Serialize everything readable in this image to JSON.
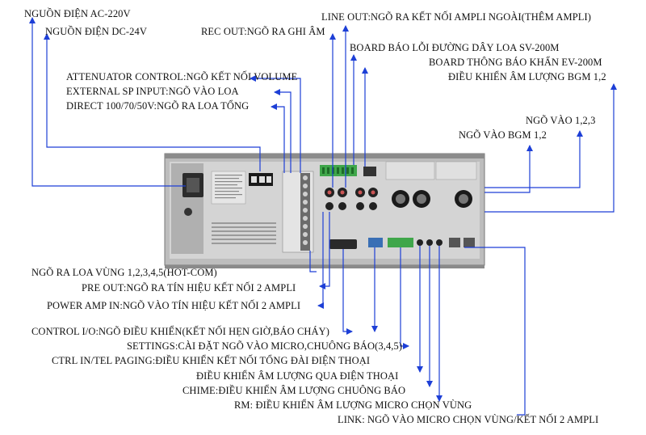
{
  "labels": {
    "power_ac": "NGUỒN ĐIỆN AC-220V",
    "power_dc": "NGUỒN ĐIỆN DC-24V",
    "rec_out": "REC OUT:NGÕ RA GHI ÂM",
    "line_out": "LINE OUT:NGÕ RA KẾT NỐI AMPLI NGOÀI(THÊM AMPLI)",
    "board_sv": "BOARD BÁO LỖI ĐƯỜNG DÂY LOA SV-200M",
    "board_ev": "BOARD THÔNG BÁO KHẨN EV-200M",
    "bgm_vol": "ĐIỀU KHIỂN ÂM LƯỢNG BGM 1,2",
    "attenuator": "ATTENUATOR CONTROL:NGÕ KẾT NỐI VOLUME",
    "ext_sp": "EXTERNAL SP INPUT:NGÕ VÀO LOA",
    "direct": "DIRECT 100/70/50V:NGÕ RA LOA TỔNG",
    "input_123": "NGÕ VÀO 1,2,3",
    "bgm_in": "NGÕ VÀO BGM 1,2",
    "zone_out": "NGÕ RA LOA VÙNG 1,2,3,4,5(HOT-COM)",
    "pre_out": "PRE OUT:NGÕ RA TÍN HIỆU KẾT NỐI 2 AMPLI",
    "power_amp_in": "POWER AMP IN:NGÕ VÀO TÍN HIỆU KẾT NỐI 2 AMPLI",
    "control_io": "CONTROL I/O:NGÕ ĐIỀU KHIỂN(KẾT NỐI HẸN GIỜ,BÁO CHÁY)",
    "settings": "SETTINGS:CÀI ĐẶT NGÕ VÀO MICRO,CHUÔNG BÁO(3,4,5)",
    "ctrl_in": "CTRL IN/TEL PAGING:ĐIỀU KHIỂN KẾT NỐI TỔNG ĐÀI ĐIỆN THOẠI",
    "tel_vol": "ĐIỀU KHIỂN ÂM LƯỢNG QUA ĐIỆN THOẠI",
    "chime": "CHIME:ĐIỀU KHIỂN ÂM LƯỢNG CHUÔNG BÁO",
    "rm": "RM: ĐIỀU KHIỂN ÂM LƯỢNG MICRO CHỌN VÙNG",
    "link": "LINK: NGÕ VÀO MICRO CHỌN VÙNG/KẾT NỐI 2 AMPLI"
  },
  "colors": {
    "arrow": "#1d3fd6",
    "panel": "#c9c9c9",
    "panel_dark": "#5a5a5a",
    "terminal": "#3fa64a"
  }
}
